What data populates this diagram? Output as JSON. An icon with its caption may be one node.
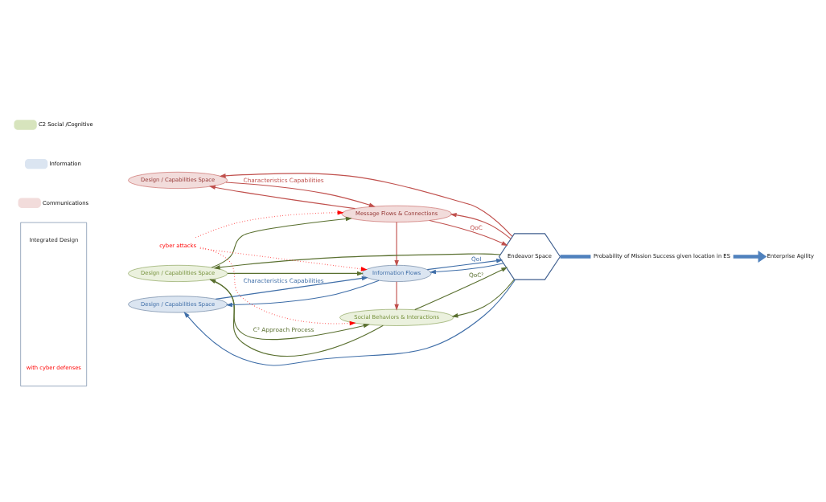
{
  "diagram": {
    "nodes": [
      {
        "text": [
          "Integrated Design",
          "with cyber defenses"
        ]
      },
      {
        "text": [
          "Design / Capabilities Space"
        ]
      },
      {
        "text": [
          "Design / Capabilities Space"
        ]
      },
      {
        "text": [
          "Design / Capabilities Space"
        ]
      },
      {
        "text": [
          "Social Behaviors & Interactions"
        ]
      },
      {
        "text": [
          "Information Flows"
        ]
      },
      {
        "text": [
          "Message Flows & Connections"
        ]
      },
      {
        "text": [
          "Endeavor Space"
        ]
      },
      {
        "text": [
          "Probability of Mission Success given location in ES"
        ]
      },
      {
        "text": [
          "Enterprise Agility"
        ]
      },
      {
        "text": [
          "cyber attacks"
        ]
      }
    ],
    "edges": [
      {
        "from": 1,
        "to": 4,
        "arrow": "to",
        "label": "C² Approach Process",
        "color": "#5a7030"
      },
      {
        "from": 1,
        "to": 5,
        "arrow": "to",
        "color": "#5a7030"
      },
      {
        "from": 1,
        "to": 6,
        "arrow": "to",
        "color": "#5a7030"
      },
      {
        "from": 4,
        "to": 1,
        "arrow": "to",
        "color": "#5a7030"
      },
      {
        "from": 7,
        "to": 1,
        "arrow": "to",
        "color": "#5a7030"
      },
      {
        "from": 7,
        "to": 4,
        "arrow": "to",
        "color": "#5a7030"
      },
      {
        "from": 4,
        "to": 7,
        "arrow": "to",
        "label": "QoC²",
        "color": "#5a7030"
      },
      {
        "from": 2,
        "to": 5,
        "arrow": "to",
        "label": "Characteristics Capabilities",
        "color": "#3f6ea8"
      },
      {
        "from": 5,
        "to": 7,
        "arrow": "to",
        "label": "QoI",
        "color": "#3f6ea8"
      },
      {
        "from": 7,
        "to": 5,
        "arrow": "to",
        "color": "#3f6ea8"
      },
      {
        "from": 7,
        "to": 2,
        "arrow": "to",
        "color": "#3f6ea8"
      },
      {
        "from": 5,
        "to": 2,
        "arrow": "to",
        "color": "#3f6ea8"
      },
      {
        "from": 3,
        "to": 6,
        "arrow": "to",
        "label": "Characteristics Capabilities",
        "color": "#c0504d"
      },
      {
        "from": 6,
        "to": 5,
        "arrow": "to",
        "color": "#c0504d"
      },
      {
        "from": 5,
        "to": 4,
        "arrow": "to",
        "color": "#c0504d"
      },
      {
        "from": 6,
        "to": 7,
        "arrow": "to",
        "label": "QoC",
        "color": "#c0504d"
      },
      {
        "from": 7,
        "to": 6,
        "arrow": "to",
        "color": "#c0504d"
      },
      {
        "from": 7,
        "to": 3,
        "arrow": "to",
        "color": "#c0504d"
      },
      {
        "from": 6,
        "to": 3,
        "arrow": "to",
        "color": "#c0504d"
      },
      {
        "from": 10,
        "to": 4,
        "arrow": "to",
        "style": "dashed",
        "color": "#ff0000"
      },
      {
        "from": 10,
        "to": 5,
        "arrow": "to",
        "style": "dashed",
        "color": "#ff0000"
      },
      {
        "from": 10,
        "to": 6,
        "arrow": "to",
        "style": "dashed",
        "color": "#ff0000"
      },
      {
        "from": 7,
        "to": 8,
        "arrow": "none",
        "style": "thick",
        "color": "#4f81bd"
      },
      {
        "from": 8,
        "to": 9,
        "arrow": "to",
        "style": "thick",
        "color": "#4f81bd"
      }
    ],
    "legend": [
      {
        "text": "C2 Social /Cognitive",
        "color": "#d7e4bd"
      },
      {
        "text": "Information",
        "color": "#dbe5f1"
      },
      {
        "text": "Communications",
        "color": "#f2dcdb"
      }
    ]
  }
}
